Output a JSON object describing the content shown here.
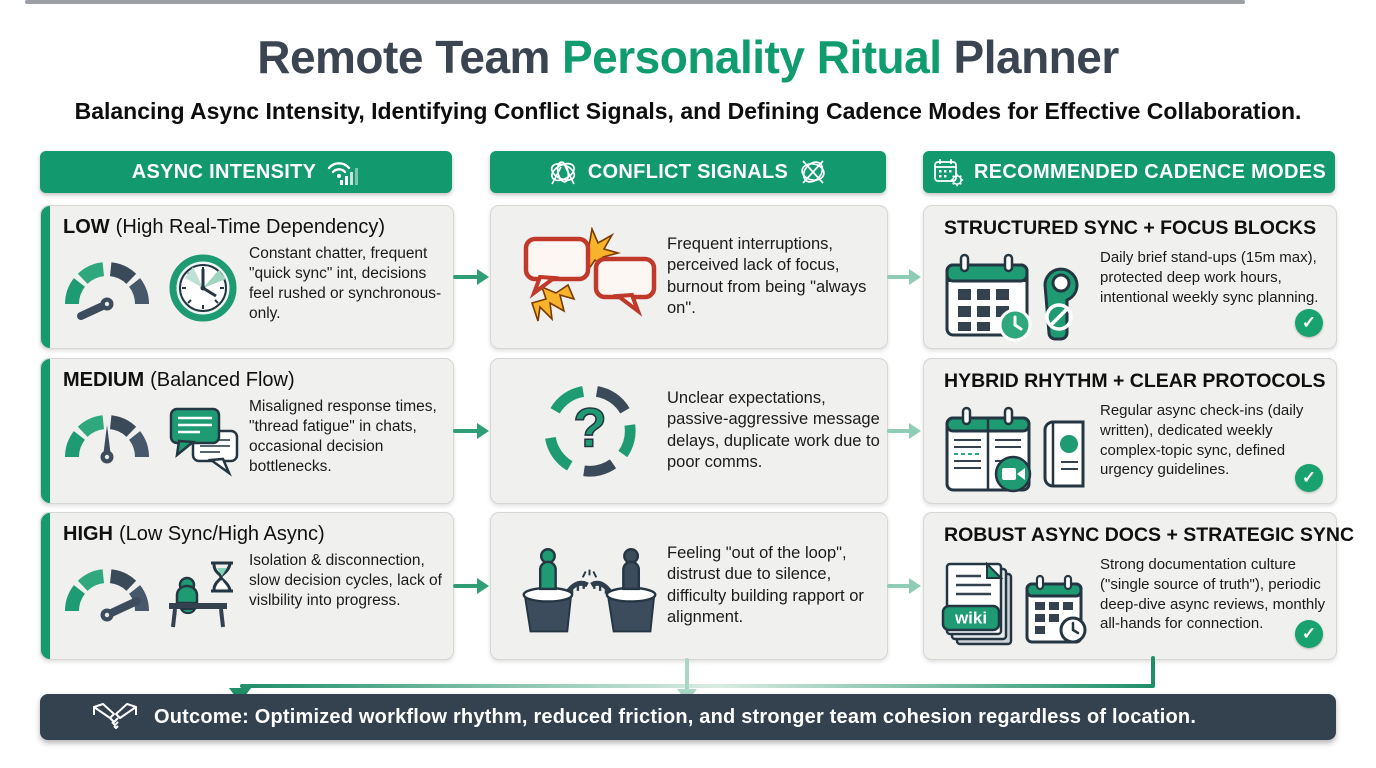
{
  "page": {
    "title": {
      "prefix": "Remote Team",
      "highlight": "Personality Ritual",
      "suffix": "Planner"
    },
    "subtitle": "Balancing Async Intensity, Identifying Conflict Signals, and Defining Cadence Modes for Effective Collaboration."
  },
  "columns": {
    "async_intensity": {
      "header": "ASYNC INTENSITY"
    },
    "conflict_signals": {
      "header": "CONFLICT SIGNALS"
    },
    "cadence_modes": {
      "header": "RECOMMENDED CADENCE MODES"
    }
  },
  "rows": [
    {
      "intensity": {
        "level": "LOW",
        "qualifier": "(High Real-Time Dependency)",
        "description": "Constant chatter, frequent \"quick sync\" int, decisions feel rushed or synchronous-only."
      },
      "signal": {
        "description": "Frequent interruptions, perceived lack of focus, burnout from being \"always on\"."
      },
      "cadence": {
        "title": "STRUCTURED SYNC + FOCUS BLOCKS",
        "description": "Daily brief stand-ups (15m max), protected deep work hours, intentional weekly sync planning."
      }
    },
    {
      "intensity": {
        "level": "MEDIUM",
        "qualifier": "(Balanced Flow)",
        "description": "Misaligned response times, \"thread fatigue\" in chats, occasional decision bottlenecks."
      },
      "signal": {
        "description": "Unclear expectations, passive-aggressive message delays, duplicate work due to poor comms."
      },
      "cadence": {
        "title": "HYBRID RHYTHM + CLEAR PROTOCOLS",
        "description": "Regular async check-ins (daily written), dedicated weekly complex-topic sync, defined urgency guidelines."
      }
    },
    {
      "intensity": {
        "level": "HIGH",
        "qualifier": "(Low Sync/High Async)",
        "description": "Isolation & disconnection, slow decision cycles, lack of vislbility into progress."
      },
      "signal": {
        "description": "Feeling \"out of the loop\", distrust due to silence, difficulty building rapport or alignment."
      },
      "cadence": {
        "title": "ROBUST ASYNC DOCS + STRATEGIC SYNC",
        "description": "Strong documentation culture (\"single source of truth\"), periodic deep-dive async reviews, monthly all-hands for connection."
      }
    }
  ],
  "outcome": "Outcome: Optimized workflow rhythm, reduced friction, and stronger team cohesion regardless of location.",
  "icons": {
    "check": "✓",
    "question": "?",
    "wiki_label": "wiki"
  },
  "colors": {
    "accent_green": "#13996e",
    "dark_slate": "#33424e",
    "title_dark": "#3b4552",
    "alert_red": "#c0392b",
    "spark_orange": "#f7b32b",
    "light_mint": "#a9d7c6"
  }
}
